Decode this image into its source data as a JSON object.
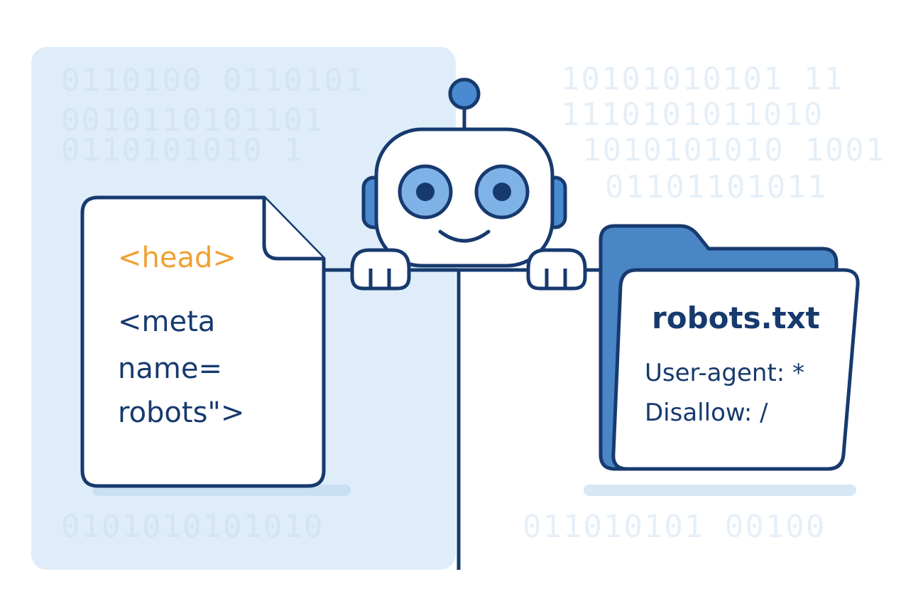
{
  "colors": {
    "navy": "#173a6e",
    "panel": "#deedf9",
    "accent_orange": "#f0a032",
    "robot_blue": "#4a8ad0",
    "robot_light": "#7fb2e6",
    "folder_blue": "#4a86c6",
    "binary_text": "#e3eef8",
    "shadow": "#c9dff2"
  },
  "binary_rows": {
    "left": [
      "0110100  0110101",
      "0010110101101",
      "0110101010 1"
    ],
    "right": [
      "10101010101 11",
      "1110101011010",
      "1010101010 1001",
      "01101101011"
    ],
    "bottom_left": "0101010101010",
    "bottom_right": "011010101 00100"
  },
  "html_document": {
    "tag_head": "<head>",
    "line_meta": "<meta",
    "line_name": "name=",
    "line_robots": "robots\">"
  },
  "robot_bot": {
    "icon": "robot-icon"
  },
  "robots_file": {
    "title": "robots.txt",
    "line_user_agent": "User-agent: *",
    "line_disallow": "Disallow: /"
  }
}
